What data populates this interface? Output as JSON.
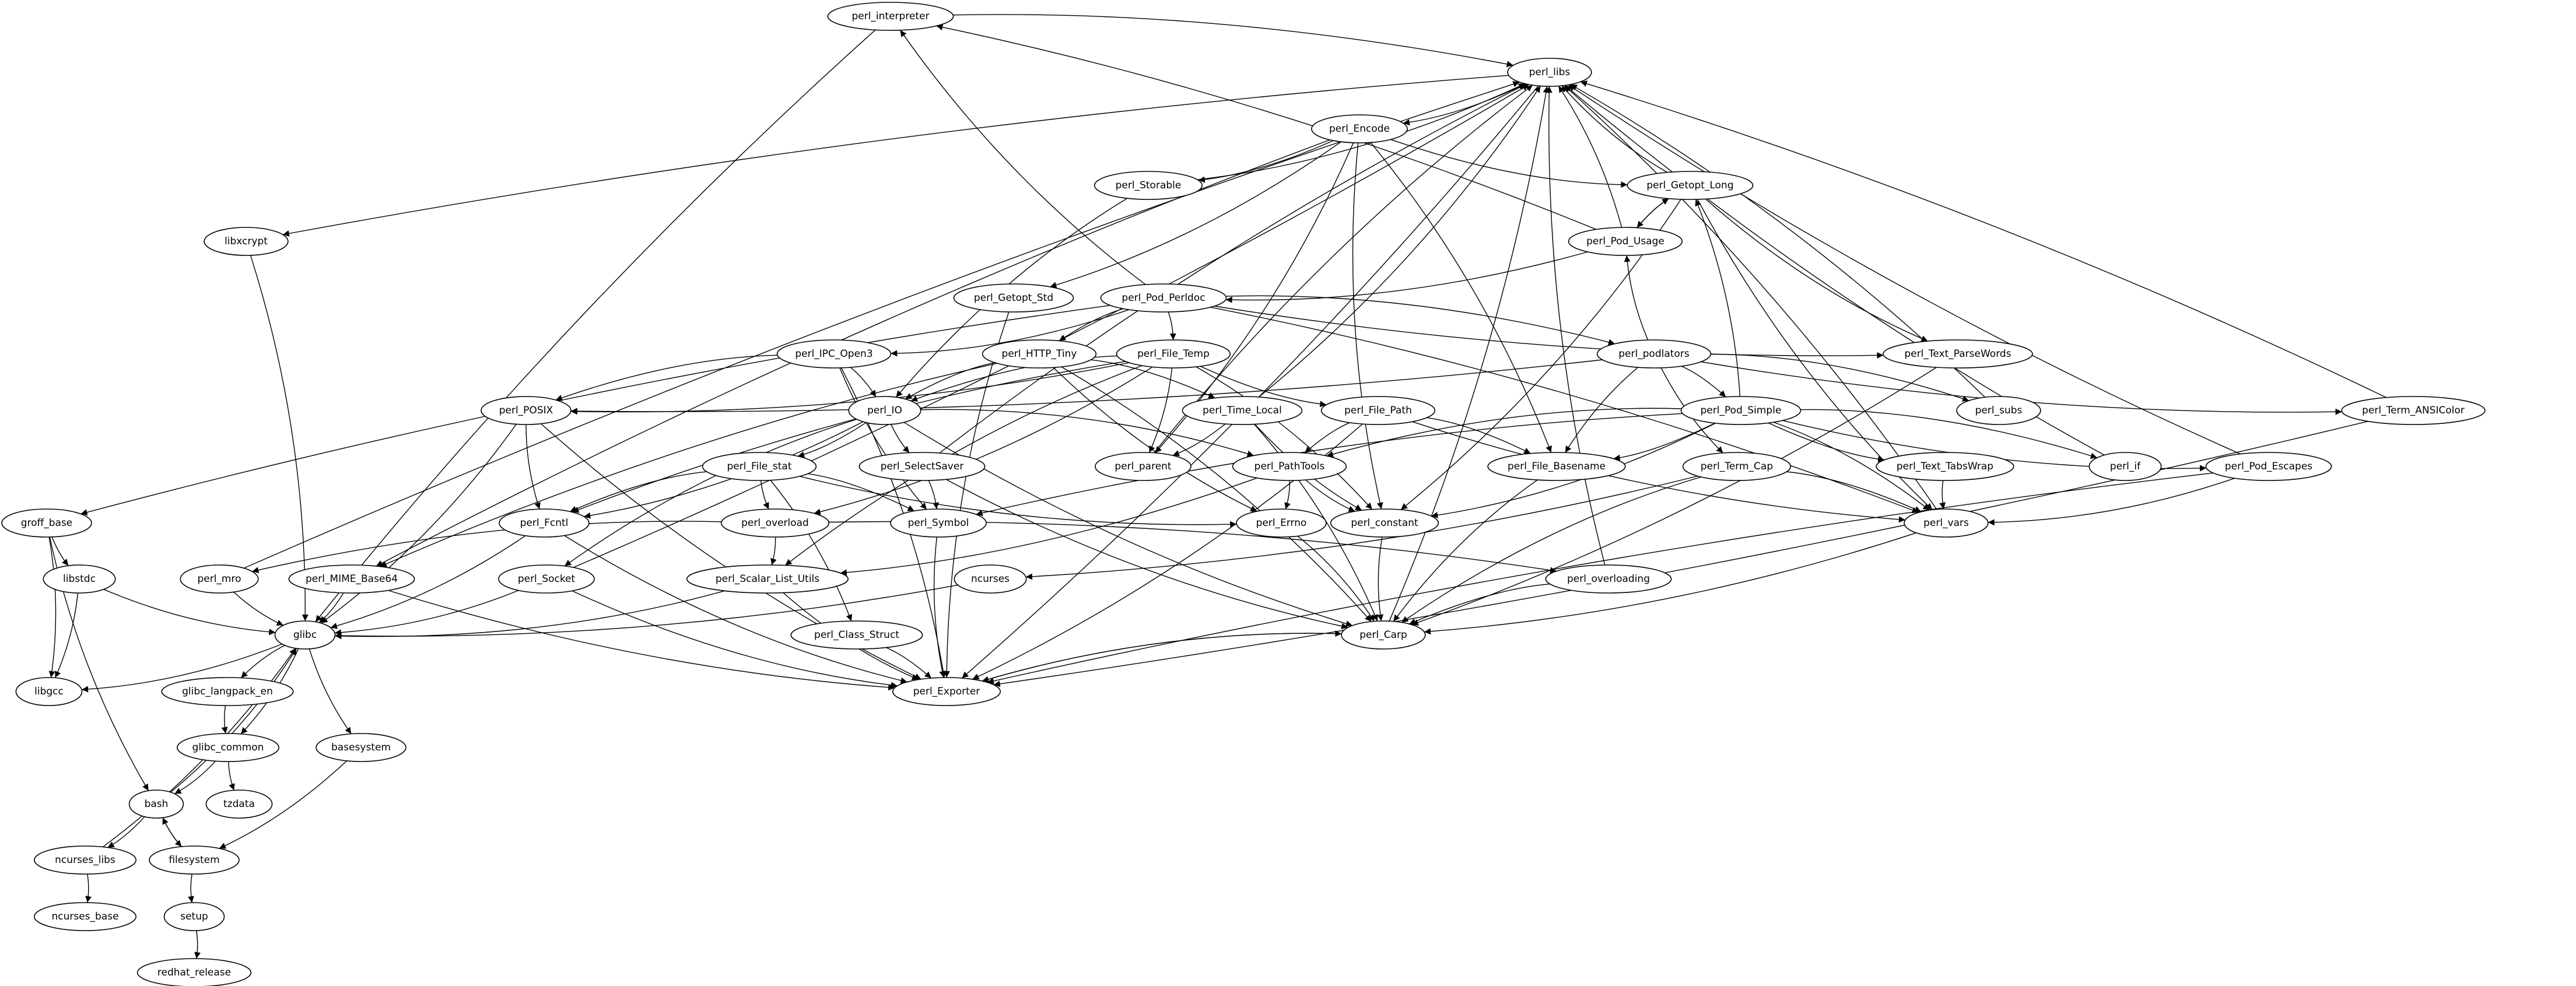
{
  "graph": {
    "title": "Package dependency graph",
    "nodes": [
      "perl_interpreter",
      "perl_libs",
      "perl_Encode",
      "perl_Storable",
      "perl_Getopt_Long",
      "libxcrypt",
      "perl_Pod_Usage",
      "perl_Getopt_Std",
      "perl_Pod_Perldoc",
      "perl_IPC_Open3",
      "perl_HTTP_Tiny",
      "perl_File_Temp",
      "perl_podlators",
      "perl_Text_ParseWords",
      "perl_POSIX",
      "perl_IO",
      "perl_Time_Local",
      "perl_File_Path",
      "perl_Pod_Simple",
      "perl_subs",
      "perl_Term_ANSIColor",
      "perl_File_stat",
      "perl_SelectSaver",
      "perl_parent",
      "perl_PathTools",
      "perl_File_Basename",
      "perl_Term_Cap",
      "perl_Text_TabsWrap",
      "perl_if",
      "perl_Pod_Escapes",
      "groff_base",
      "perl_Fcntl",
      "perl_overload",
      "perl_Symbol",
      "perl_Errno",
      "perl_constant",
      "perl_vars",
      "libstdc",
      "perl_mro",
      "perl_MIME_Base64",
      "perl_Socket",
      "perl_Scalar_List_Utils",
      "ncurses",
      "perl_overloading",
      "glibc",
      "perl_Class_Struct",
      "perl_Carp",
      "libgcc",
      "glibc_langpack_en",
      "perl_Exporter",
      "glibc_common",
      "basesystem",
      "bash",
      "tzdata",
      "ncurses_libs",
      "filesystem",
      "ncurses_base",
      "setup",
      "redhat_release"
    ],
    "edges": [
      [
        "perl_interpreter",
        "perl_libs"
      ],
      [
        "perl_interpreter",
        "glibc"
      ],
      [
        "perl_Pod_Perldoc",
        "perl_interpreter"
      ],
      [
        "perl_Pod_Usage",
        "perl_interpreter"
      ],
      [
        "perl_libs",
        "perl_Encode"
      ],
      [
        "perl_libs",
        "libxcrypt"
      ],
      [
        "perl_libs",
        "perl_Exporter"
      ],
      [
        "perl_Storable",
        "perl_libs"
      ],
      [
        "perl_Getopt_Long",
        "perl_libs"
      ],
      [
        "perl_Pod_Usage",
        "perl_libs"
      ],
      [
        "perl_mro",
        "perl_libs"
      ],
      [
        "perl_Socket",
        "perl_libs"
      ],
      [
        "perl_parent",
        "perl_libs"
      ],
      [
        "perl_Time_Local",
        "perl_libs"
      ],
      [
        "perl_SelectSaver",
        "perl_libs"
      ],
      [
        "perl_subs",
        "perl_libs"
      ],
      [
        "perl_if",
        "perl_libs"
      ],
      [
        "perl_vars",
        "perl_libs"
      ],
      [
        "perl_Pod_Escapes",
        "perl_libs"
      ],
      [
        "perl_Term_ANSIColor",
        "perl_libs"
      ],
      [
        "perl_overloading",
        "perl_libs"
      ],
      [
        "perl_Carp",
        "perl_libs"
      ],
      [
        "perl_Encode",
        "perl_Storable"
      ],
      [
        "perl_Encode",
        "perl_Getopt_Long"
      ],
      [
        "perl_Encode",
        "perl_Getopt_Std"
      ],
      [
        "perl_Encode",
        "perl_MIME_Base64"
      ],
      [
        "perl_Encode",
        "perl_parent"
      ],
      [
        "perl_Encode",
        "perl_constant"
      ],
      [
        "perl_Encode",
        "perl_File_Basename"
      ],
      [
        "perl_Storable",
        "perl_IO"
      ],
      [
        "libxcrypt",
        "glibc"
      ],
      [
        "perl_Getopt_Long",
        "perl_Pod_Usage"
      ],
      [
        "perl_Pod_Usage",
        "perl_Getopt_Long"
      ],
      [
        "perl_Getopt_Long",
        "perl_Text_ParseWords"
      ],
      [
        "perl_Getopt_Long",
        "perl_constant"
      ],
      [
        "perl_Getopt_Long",
        "perl_vars"
      ],
      [
        "perl_Pod_Usage",
        "perl_Pod_Perldoc"
      ],
      [
        "perl_Pod_Simple",
        "perl_Getopt_Long"
      ],
      [
        "perl_podlators",
        "perl_Pod_Usage"
      ],
      [
        "perl_Getopt_Std",
        "perl_Exporter"
      ],
      [
        "perl_Pod_Perldoc",
        "perl_IPC_Open3"
      ],
      [
        "perl_Pod_Perldoc",
        "perl_HTTP_Tiny"
      ],
      [
        "perl_Pod_Perldoc",
        "perl_File_Temp"
      ],
      [
        "perl_Pod_Perldoc",
        "groff_base"
      ],
      [
        "perl_Pod_Perldoc",
        "perl_podlators"
      ],
      [
        "perl_Pod_Perldoc",
        "perl_Text_ParseWords"
      ],
      [
        "perl_Pod_Perldoc",
        "perl_vars"
      ],
      [
        "perl_IPC_Open3",
        "perl_POSIX"
      ],
      [
        "perl_IPC_Open3",
        "perl_IO"
      ],
      [
        "perl_IPC_Open3",
        "perl_Symbol"
      ],
      [
        "perl_IPC_Open3",
        "perl_Exporter"
      ],
      [
        "perl_HTTP_Tiny",
        "perl_IO"
      ],
      [
        "perl_HTTP_Tiny",
        "perl_Time_Local"
      ],
      [
        "perl_HTTP_Tiny",
        "perl_Errno"
      ],
      [
        "perl_HTTP_Tiny",
        "perl_Carp"
      ],
      [
        "perl_HTTP_Tiny",
        "perl_MIME_Base64"
      ],
      [
        "perl_File_Temp",
        "perl_POSIX"
      ],
      [
        "perl_File_Temp",
        "perl_IO"
      ],
      [
        "perl_File_Temp",
        "perl_parent"
      ],
      [
        "perl_File_Temp",
        "perl_File_Path"
      ],
      [
        "perl_File_Temp",
        "perl_constant"
      ],
      [
        "perl_File_Temp",
        "perl_Scalar_List_Utils"
      ],
      [
        "perl_File_Temp",
        "perl_overload"
      ],
      [
        "perl_File_Temp",
        "perl_Fcntl"
      ],
      [
        "perl_podlators",
        "perl_POSIX"
      ],
      [
        "perl_podlators",
        "perl_File_Basename"
      ],
      [
        "perl_podlators",
        "perl_Pod_Simple"
      ],
      [
        "perl_podlators",
        "perl_Term_Cap"
      ],
      [
        "perl_podlators",
        "perl_subs"
      ],
      [
        "perl_podlators",
        "perl_Term_ANSIColor"
      ],
      [
        "perl_Text_ParseWords",
        "perl_Carp"
      ],
      [
        "perl_POSIX",
        "perl_Fcntl"
      ],
      [
        "perl_POSIX",
        "glibc"
      ],
      [
        "perl_POSIX",
        "perl_Exporter"
      ],
      [
        "perl_IO",
        "perl_File_stat"
      ],
      [
        "perl_IO",
        "perl_SelectSaver"
      ],
      [
        "perl_IO",
        "perl_Fcntl"
      ],
      [
        "perl_IO",
        "perl_Socket"
      ],
      [
        "perl_IO",
        "perl_PathTools"
      ],
      [
        "perl_IO",
        "perl_Carp"
      ],
      [
        "perl_Time_Local",
        "perl_parent"
      ],
      [
        "perl_Time_Local",
        "perl_constant"
      ],
      [
        "perl_Time_Local",
        "perl_Carp"
      ],
      [
        "perl_File_Path",
        "perl_PathTools"
      ],
      [
        "perl_File_Path",
        "perl_File_Basename"
      ],
      [
        "perl_File_Path",
        "perl_vars"
      ],
      [
        "perl_File_Path",
        "perl_Exporter"
      ],
      [
        "perl_Pod_Simple",
        "perl_PathTools"
      ],
      [
        "perl_Pod_Simple",
        "perl_File_Basename"
      ],
      [
        "perl_Pod_Simple",
        "perl_Text_TabsWrap"
      ],
      [
        "perl_Pod_Simple",
        "perl_if"
      ],
      [
        "perl_Pod_Simple",
        "perl_Pod_Escapes"
      ],
      [
        "perl_Pod_Simple",
        "perl_vars"
      ],
      [
        "perl_Pod_Simple",
        "perl_Symbol"
      ],
      [
        "perl_Pod_Simple",
        "perl_constant"
      ],
      [
        "perl_File_stat",
        "perl_overload"
      ],
      [
        "perl_File_stat",
        "perl_Symbol"
      ],
      [
        "perl_File_stat",
        "perl_Fcntl"
      ],
      [
        "perl_File_stat",
        "perl_Class_Struct"
      ],
      [
        "perl_File_stat",
        "perl_Errno"
      ],
      [
        "perl_SelectSaver",
        "perl_Symbol"
      ],
      [
        "perl_SelectSaver",
        "perl_Carp"
      ],
      [
        "perl_PathTools",
        "perl_Errno"
      ],
      [
        "perl_PathTools",
        "perl_constant"
      ],
      [
        "perl_PathTools",
        "perl_Scalar_List_Utils"
      ],
      [
        "perl_File_Basename",
        "perl_Carp"
      ],
      [
        "perl_Term_Cap",
        "perl_vars"
      ],
      [
        "perl_Term_Cap",
        "perl_Carp"
      ],
      [
        "perl_Term_Cap",
        "ncurses"
      ],
      [
        "perl_Text_TabsWrap",
        "perl_vars"
      ],
      [
        "perl_Pod_Escapes",
        "perl_vars"
      ],
      [
        "perl_Pod_Escapes",
        "perl_Exporter"
      ],
      [
        "perl_Term_ANSIColor",
        "perl_Exporter"
      ],
      [
        "groff_base",
        "libstdc"
      ],
      [
        "groff_base",
        "libgcc"
      ],
      [
        "groff_base",
        "bash"
      ],
      [
        "perl_Fcntl",
        "glibc"
      ],
      [
        "perl_Fcntl",
        "perl_Exporter"
      ],
      [
        "perl_overload",
        "perl_Scalar_List_Utils"
      ],
      [
        "perl_overload",
        "perl_mro"
      ],
      [
        "perl_overload",
        "perl_overloading"
      ],
      [
        "perl_Symbol",
        "perl_Exporter"
      ],
      [
        "perl_Errno",
        "perl_Carp"
      ],
      [
        "perl_constant",
        "perl_Carp"
      ],
      [
        "perl_vars",
        "perl_Carp"
      ],
      [
        "libstdc",
        "glibc"
      ],
      [
        "libstdc",
        "libgcc"
      ],
      [
        "perl_mro",
        "glibc"
      ],
      [
        "perl_MIME_Base64",
        "glibc"
      ],
      [
        "perl_MIME_Base64",
        "perl_Exporter"
      ],
      [
        "perl_Socket",
        "glibc"
      ],
      [
        "perl_Socket",
        "perl_Exporter"
      ],
      [
        "perl_Scalar_List_Utils",
        "glibc"
      ],
      [
        "perl_Scalar_List_Utils",
        "perl_Exporter"
      ],
      [
        "ncurses",
        "glibc"
      ],
      [
        "perl_overloading",
        "perl_Carp"
      ],
      [
        "glibc",
        "libgcc"
      ],
      [
        "glibc",
        "glibc_langpack_en"
      ],
      [
        "glibc",
        "glibc_common"
      ],
      [
        "glibc",
        "basesystem"
      ],
      [
        "perl_Class_Struct",
        "perl_Exporter"
      ],
      [
        "perl_Carp",
        "perl_Exporter"
      ],
      [
        "perl_Exporter",
        "perl_Carp"
      ],
      [
        "glibc_langpack_en",
        "glibc_common"
      ],
      [
        "glibc_common",
        "bash"
      ],
      [
        "glibc_common",
        "tzdata"
      ],
      [
        "basesystem",
        "filesystem"
      ],
      [
        "bash",
        "glibc"
      ],
      [
        "bash",
        "ncurses_libs"
      ],
      [
        "bash",
        "filesystem"
      ],
      [
        "filesystem",
        "bash"
      ],
      [
        "ncurses_libs",
        "glibc"
      ],
      [
        "ncurses_libs",
        "ncurses_base"
      ],
      [
        "filesystem",
        "setup"
      ],
      [
        "setup",
        "redhat_release"
      ]
    ]
  }
}
